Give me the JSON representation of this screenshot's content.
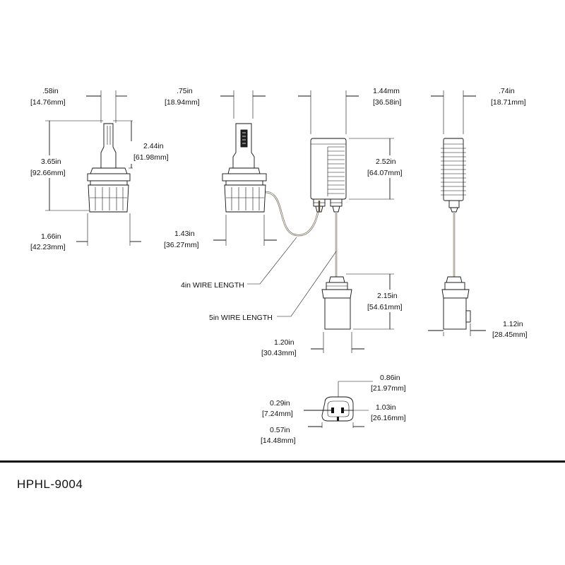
{
  "model": "HPHL-9004",
  "dimensions": {
    "bulb_front_width": ".58in",
    "bulb_front_width_mm": "[14.76mm]",
    "bulb_total_height": "3.65in",
    "bulb_total_height_mm": "[92.66mm]",
    "bulb_top_height": "2.44in",
    "bulb_top_height_mm": "[61.98mm]",
    "bulb_base_width": "1.66in",
    "bulb_base_width_mm": "[42.23mm]",
    "bulb_side_width": ".75in",
    "bulb_side_width_mm": "[18.94mm]",
    "bulb_side_base_width": "1.43in",
    "bulb_side_base_width_mm": "[36.27mm]",
    "driver_width": "1.44mm",
    "driver_width_mm": "[36.58in]",
    "driver_height": "2.52in",
    "driver_height_mm": "[64.07mm]",
    "driver_depth": ".74in",
    "driver_depth_mm": "[18.71mm]",
    "connector_height": "2.15in",
    "connector_height_mm": "[54.61mm]",
    "connector_width": "1.20in",
    "connector_width_mm": "[30.43mm]",
    "connector_depth": "1.12in",
    "connector_depth_mm": "[28.45mm]",
    "plug_top": "0.86in",
    "plug_top_mm": "[21.97mm]",
    "plug_pin": "0.29in",
    "plug_pin_mm": "[7.24mm]",
    "plug_outer": "1.03in",
    "plug_outer_mm": "[26.16mm]",
    "plug_inner": "0.57in",
    "plug_inner_mm": "[14.48mm]"
  },
  "notes": {
    "wire_4in": "4in WIRE LENGTH",
    "wire_5in": "5in WIRE LENGTH"
  }
}
